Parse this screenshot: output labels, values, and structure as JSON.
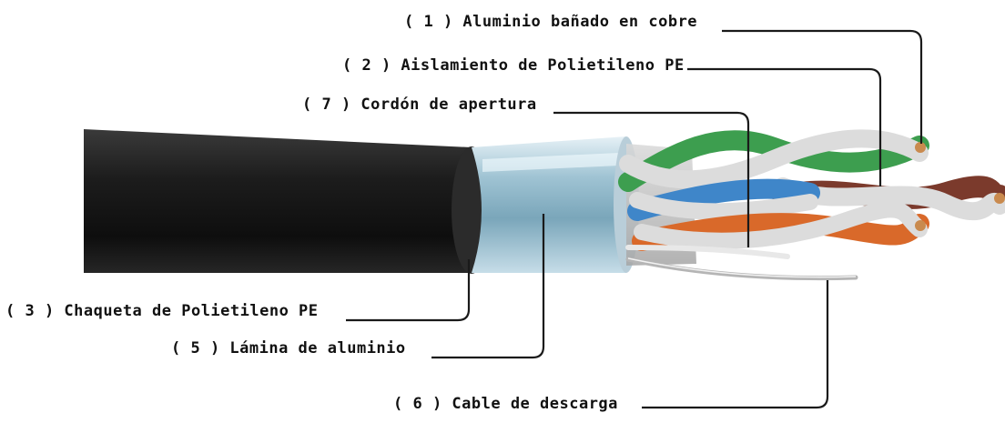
{
  "colors": {
    "jacket": "#161616",
    "foil": "#8fb4c6",
    "green_pair": "#3d9e4f",
    "blue_pair": "#3f86c9",
    "orange_pair": "#d9692a",
    "brown_pair": "#7b3a2c",
    "white_stripe": "#dcdcdc",
    "copper": "#c98a4e",
    "leader_line": "#1a1a1a"
  },
  "labels": {
    "l1": "( 1 ) Aluminio bañado en cobre",
    "l2": "( 2 ) Aislamiento de Polietileno PE",
    "l7": "( 7 ) Cordón de apertura",
    "l3": "( 3 ) Chaqueta de Polietileno PE",
    "l5": "( 5 ) Lámina de aluminio",
    "l6": "( 6 ) Cable de descarga"
  }
}
